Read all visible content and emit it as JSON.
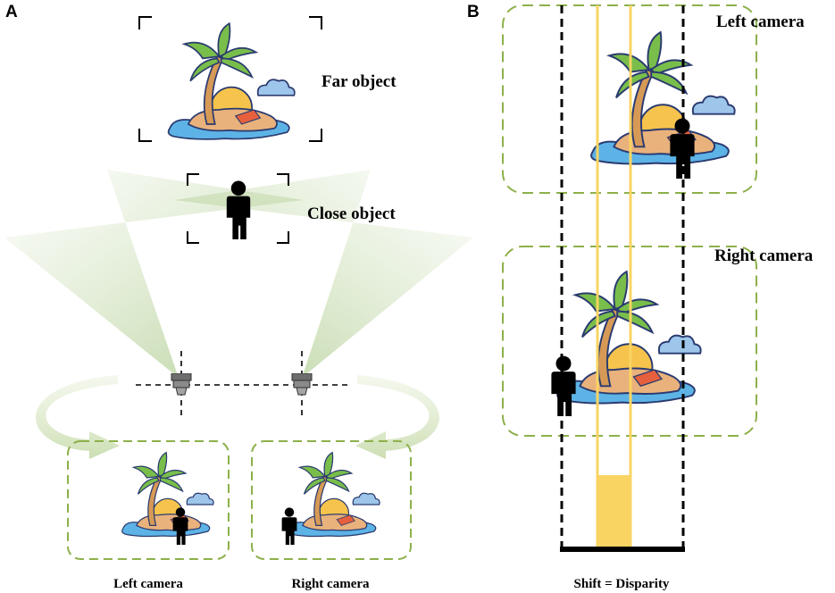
{
  "panel_a": {
    "letter": "A",
    "far_object_label": "Far object",
    "close_object_label": "Close object",
    "left_camera_label": "Left camera",
    "right_camera_label": "Right camera"
  },
  "panel_b": {
    "letter": "B",
    "left_camera_label": "Left camera",
    "right_camera_label": "Right camera",
    "disparity_label": "Shift = Disparity"
  },
  "colors": {
    "frame_green": "#8db04a",
    "frustum_green": "#b5d190",
    "disparity_yellow": "#f9d463",
    "person_black": "#000000"
  },
  "icons": {
    "scene": "island-palm-icon",
    "person": "person-icon",
    "camera": "camera-icon",
    "arrow": "curved-arrow-icon"
  }
}
